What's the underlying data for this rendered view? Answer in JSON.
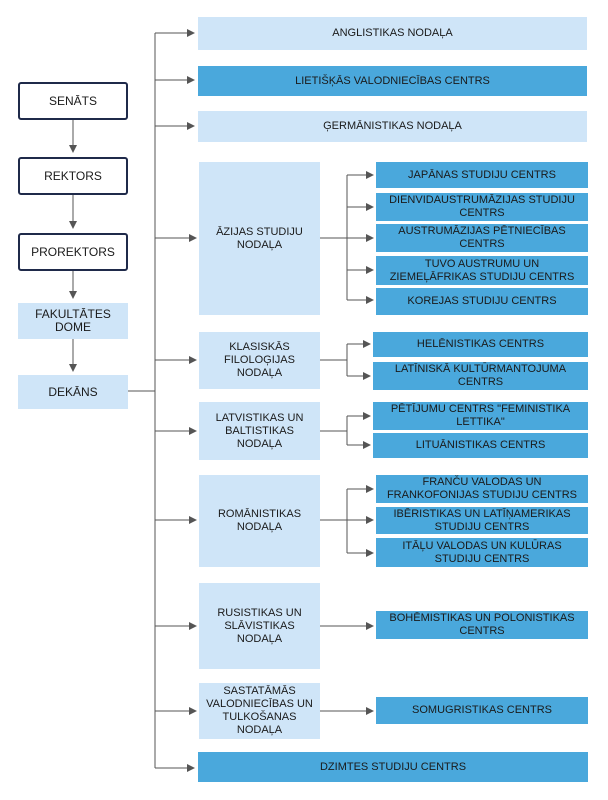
{
  "hierarchy": {
    "senats": "SENĀTS",
    "rektors": "REKTORS",
    "prorektors": "PROREKTORS",
    "fakultates_dome": "FAKULTĀTES DOME",
    "dekans": "DEKĀNS"
  },
  "units": {
    "anglistikas": "ANGLISTIKAS NODAĻA",
    "lietiskas": "LIETIŠĶĀS VALODNIECĪBAS CENTRS",
    "germanistikas": "ĢERMĀNISTIKAS NODAĻA",
    "azijas": "ĀZIJAS STUDIJU NODAĻA",
    "klasiskas": "KLASISKĀS FILOLOĢIJAS NODAĻA",
    "latvistikas": "LATVISTIKAS UN BALTISTIKAS NODAĻA",
    "romanistikas": "ROMĀNISTIKAS NODAĻA",
    "rusistikas": "RUSISTIKAS UN SLĀVISTIKAS NODAĻA",
    "sastatamas": "SASTATĀMĀS VALODNIECĪBAS UN TULKOŠANAS NODAĻA",
    "dzimtes": "DZIMTES STUDIJU CENTRS"
  },
  "centres": {
    "japanas": "JAPĀNAS STUDIJU CENTRS",
    "dienvidaustrumazijas": "DIENVIDAUSTRUMĀZIJAS STUDIJU CENTRS",
    "austrumazijas": "AUSTRUMĀZIJAS PĒTNIECĪBAS CENTRS",
    "tuvo_austrumu": "TUVO AUSTRUMU UN ZIEMEĻĀFRIKAS STUDIJU CENTRS",
    "korejas": "KOREJAS STUDIJU CENTRS",
    "helenistikas": "HELĒNISTIKAS CENTRS",
    "latiniska": "LATĪNISKĀ KULTŪRMANTOJUMA CENTRS",
    "feministika": "PĒTĪJUMU CENTRS \"FEMINISTIKA LETTIKA\"",
    "lituanistikas": "LITUĀNISTIKAS CENTRS",
    "francu": "FRANČU VALODAS UN FRANKOFONIJAS STUDIJU CENTRS",
    "iberistikas": "IBĒRISTIKAS UN LATĪŅAMERIKAS STUDIJU CENTRS",
    "italu": "ITĀĻU VALODAS UN KULŪRAS STUDIJU CENTRS",
    "bohemistikas": "BOHĒMISTIKAS UN POLONISTIKAS CENTRS",
    "somugristikas": "SOMUGRISTIKAS CENTRS"
  },
  "colors": {
    "pale_box": "#cfe5f8",
    "bright_box": "#4aa8dc",
    "outline": "#1f2a4a",
    "connector": "#555555"
  }
}
